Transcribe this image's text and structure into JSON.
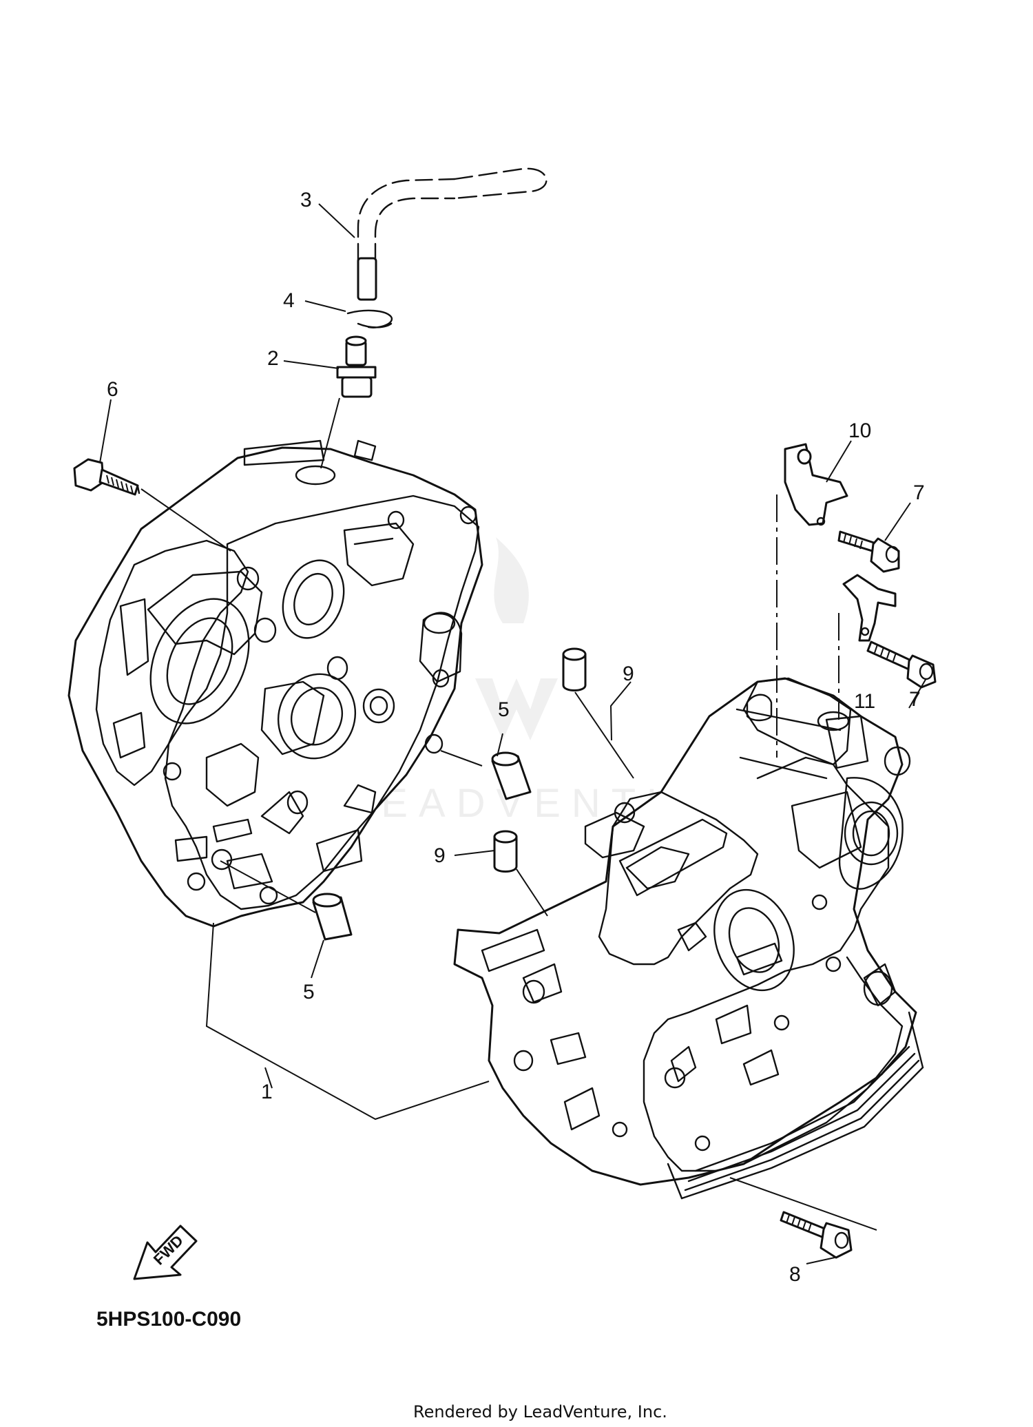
{
  "diagram": {
    "callouts": [
      "1",
      "2",
      "3",
      "4",
      "5",
      "5",
      "6",
      "7",
      "7",
      "8",
      "9",
      "9",
      "10",
      "11"
    ],
    "drawing_code": "5HPS100-C090",
    "fwd_label": "FWD",
    "footer": "Rendered by LeadVenture, Inc.",
    "watermark": "LEADVENTURE"
  }
}
